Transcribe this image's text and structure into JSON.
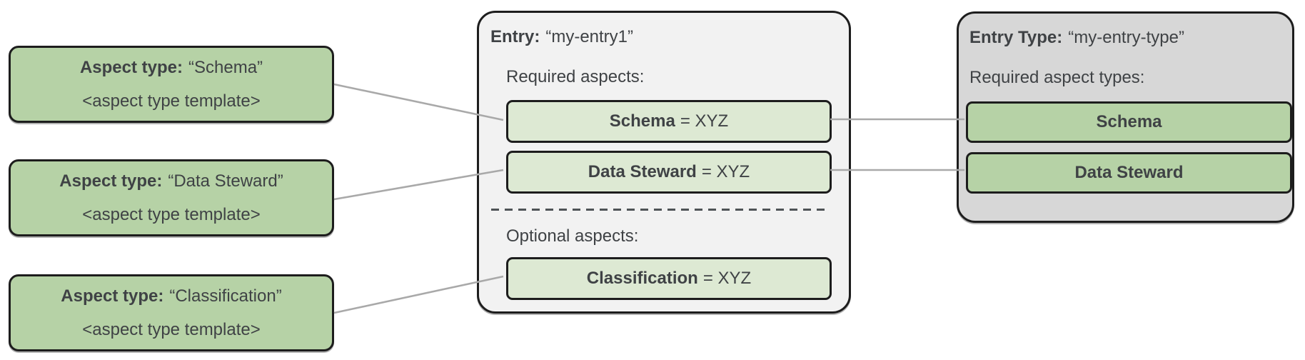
{
  "colors": {
    "canvas_bg": "#ffffff",
    "green_strong": "#b6d2a6",
    "green_pale": "#dde9d3",
    "entry_bg": "#f2f2f2",
    "entry_type_bg": "#d7d7d7",
    "border": "#1d1d1d",
    "text": "#3f4245",
    "connector": "#a9a9a9",
    "dash": "#4f5356"
  },
  "aspect_type_boxes": [
    {
      "label": "Aspect type:",
      "name": "“Schema”",
      "template": "<aspect type template>"
    },
    {
      "label": "Aspect type:",
      "name": "“Data Steward”",
      "template": "<aspect type template>"
    },
    {
      "label": "Aspect type:",
      "name": "“Classification”",
      "template": "<aspect type template>"
    }
  ],
  "entry": {
    "label": "Entry:",
    "name": "“my-entry1”",
    "required_heading": "Required aspects:",
    "optional_heading": "Optional aspects:",
    "required_aspects": [
      {
        "name": "Schema",
        "value": "= XYZ"
      },
      {
        "name": "Data Steward",
        "value": "= XYZ"
      }
    ],
    "optional_aspects": [
      {
        "name": "Classification",
        "value": "= XYZ"
      }
    ]
  },
  "entry_type": {
    "label": "Entry Type:",
    "name": "“my-entry-type”",
    "required_heading": "Required aspect types:",
    "required_aspect_types": [
      "Schema",
      "Data Steward"
    ]
  }
}
